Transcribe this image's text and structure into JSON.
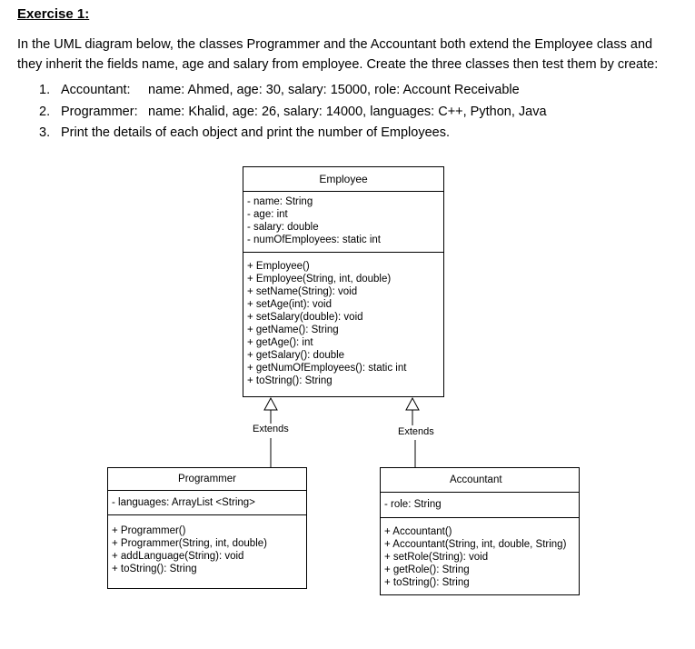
{
  "exercise": {
    "title": "Exercise 1:",
    "intro": "In the UML diagram below, the classes Programmer and the Accountant both extend the Employee class and they inherit the fields name, age and salary from employee. Create the three classes then test them by create:",
    "tasks": [
      {
        "num": "1.",
        "label": "Accountant:",
        "text": "name: Ahmed, age: 30, salary: 15000, role: Account Receivable"
      },
      {
        "num": "2.",
        "label": "Programmer:",
        "text": "name: Khalid, age: 26, salary: 14000, languages: C++, Python, Java"
      },
      {
        "num": "3.",
        "label": "",
        "text": "Print the details of each object and print the number of Employees."
      }
    ]
  },
  "uml": {
    "employee": {
      "name": "Employee",
      "fields": [
        "- name: String",
        "- age: int",
        "- salary: double",
        "- numOfEmployees: static int"
      ],
      "methods": [
        "+ Employee()",
        "+ Employee(String, int, double)",
        "+ setName(String): void",
        "+ setAge(int): void",
        "+ setSalary(double): void",
        "+ getName(): String",
        "+ getAge(): int",
        "+ getSalary(): double",
        "+ getNumOfEmployees(): static int",
        "+ toString(): String"
      ]
    },
    "programmer": {
      "name": "Programmer",
      "fields": [
        "- languages: ArrayList <String>"
      ],
      "methods": [
        "+ Programmer()",
        "+ Programmer(String, int, double)",
        "+ addLanguage(String): void",
        "+ toString(): String"
      ]
    },
    "accountant": {
      "name": "Accountant",
      "fields": [
        "- role: String"
      ],
      "methods": [
        "+ Accountant()",
        "+ Accountant(String, int, double, String)",
        "+ setRole(String): void",
        "+ getRole(): String",
        "+ toString(): String"
      ]
    },
    "relations": {
      "left_label": "Extends",
      "right_label": "Extends"
    }
  }
}
